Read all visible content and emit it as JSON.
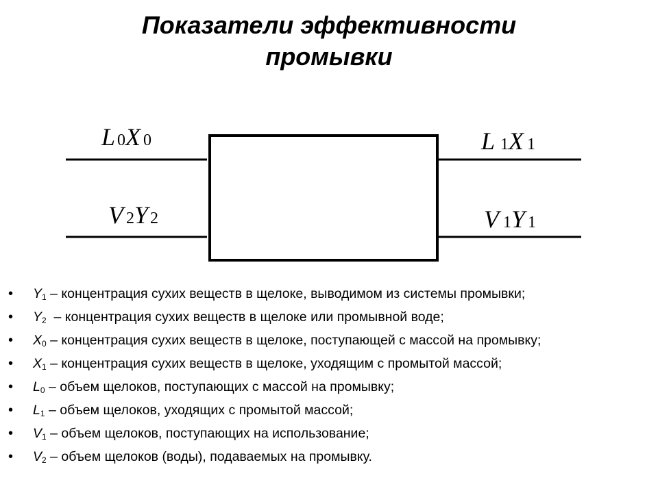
{
  "title": {
    "line1": "Показатели эффективности",
    "line2": "промывки"
  },
  "diagram": {
    "inputs": [
      {
        "main1": "L",
        "sub1": "0",
        "main2": "X",
        "sub2": "0"
      },
      {
        "main1": "V",
        "sub1": "2",
        "main2": "Y",
        "sub2": "2"
      }
    ],
    "outputs": [
      {
        "main1": "L",
        "sub1": "1",
        "main2": "X",
        "sub2": "1"
      },
      {
        "main1": "V",
        "sub1": "1",
        "main2": "Y",
        "sub2": "1"
      }
    ]
  },
  "legend": [
    {
      "symbol": "Y",
      "sub": "1",
      "text": " – концентрация сухих веществ в щелоке, выводимом из системы промывки;"
    },
    {
      "symbol": "Y",
      "sub": "2",
      "text": "  – концентрация сухих веществ в щелоке или промывной воде;"
    },
    {
      "symbol": "X",
      "sub": "0",
      "text": " – концентрация сухих веществ в щелоке, поступающей с массой на промывку;"
    },
    {
      "symbol": "X",
      "sub": "1",
      "text": " – концентрация сухих веществ в щелоке, уходящим с промытой массой;"
    },
    {
      "symbol": "L",
      "sub": "0",
      "text": " – объем щелоков, поступающих с массой на промывку;"
    },
    {
      "symbol": "L",
      "sub": "1",
      "text": " – объем щелоков, уходящих с промытой массой;"
    },
    {
      "symbol": "V",
      "sub": "1",
      "text": " – объем щелоков, поступающих на использование;"
    },
    {
      "symbol": "V",
      "sub": "2",
      "text": " – объем щелоков (воды), подаваемых на промывку."
    }
  ],
  "bullet": "•"
}
